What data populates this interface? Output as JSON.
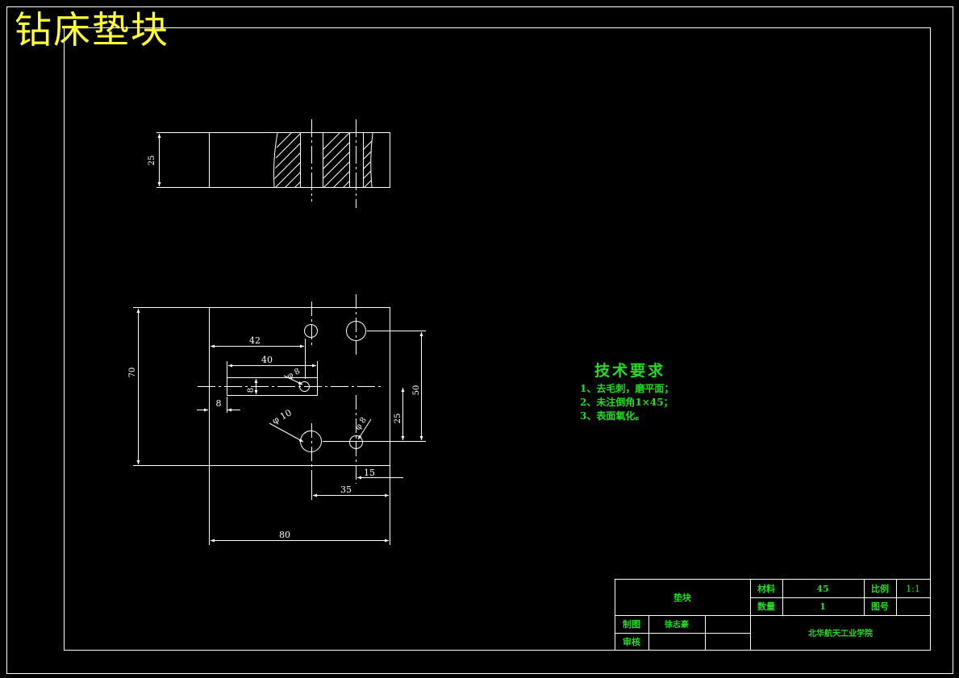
{
  "page_title": "钻床垫块",
  "tech_requirements": {
    "title": "技术要求",
    "items": [
      "1、去毛刺，磨平面；",
      "2、未注倒角1×45；",
      "3、表面氧化。"
    ]
  },
  "dimensions": {
    "side_thickness": "25",
    "width_42": "42",
    "width_40": "40",
    "slot_height": "8",
    "offset_8": "8",
    "height_70": "70",
    "height_50": "50",
    "height_25": "25",
    "dist_15": "15",
    "dist_35": "35",
    "total_80": "80",
    "dia_small": "φ 8",
    "dia_large": "φ 10",
    "dia_right": "φ 8"
  },
  "title_block": {
    "part_name": "垫块",
    "material_label": "材料",
    "material_value": "45",
    "scale_label": "比例",
    "scale_value": "1:1",
    "quantity_label": "数量",
    "quantity_value": "1",
    "drawing_no_label": "图号",
    "drawn_by_label": "制图",
    "drawn_by_value": "徐志豪",
    "review_label": "审核",
    "school": "北华航天工业学院"
  },
  "colors": {
    "background": "#000000",
    "lines": "#ffffff",
    "title": "#ffff33",
    "annotation": "#22dd22"
  }
}
